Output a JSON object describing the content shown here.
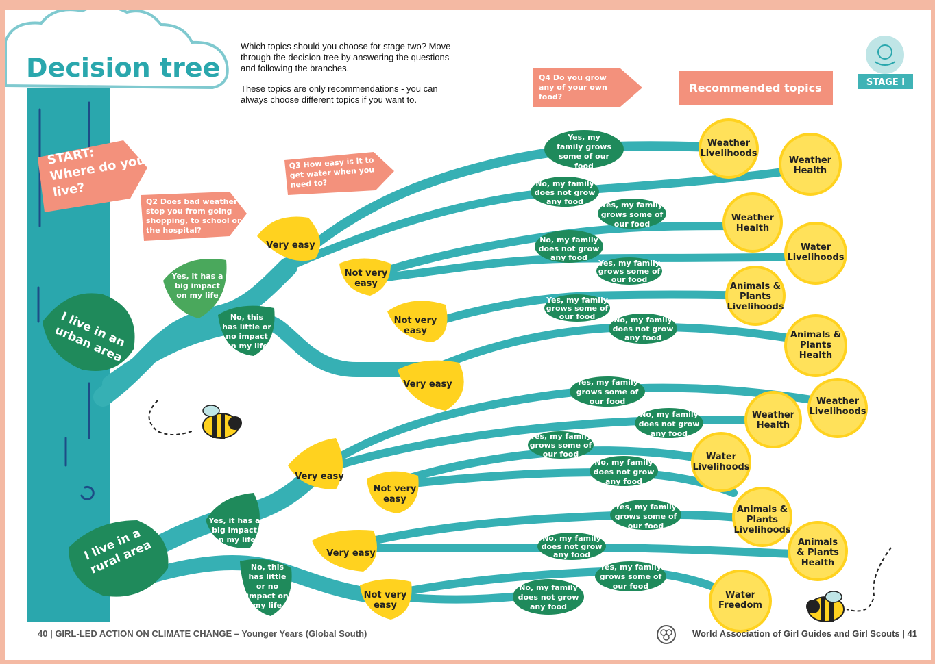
{
  "title": "Decision tree",
  "intro": {
    "p1": "Which topics should you choose for stage two? Move through the decision tree by answering the questions and following the branches.",
    "p2": "These topics are only recommendations - you can always choose different topics if you want to."
  },
  "questions": {
    "start": [
      "START:",
      "Where do you",
      "live?"
    ],
    "q2": [
      "Q2 Does bad weather",
      "stop you from going",
      "shopping, to school or",
      "the hospital?"
    ],
    "q3": [
      "Q3 How easy is it to",
      "get water when you",
      "need to?"
    ],
    "q4": [
      "Q4 Do you grow",
      "any of your own",
      "food?"
    ]
  },
  "recommended_label": "Recommended topics",
  "stage_label": "STAGE I",
  "colors": {
    "trunk": "#2aa7ad",
    "branch": "#36b0b4",
    "leaf_dark": "#1f8a5b",
    "leaf_yellow": "#ffd21f",
    "sign": "#f3917c",
    "topic_circle": "#ffe15a",
    "background_border": "#f4b9a3"
  },
  "areas": {
    "urban": [
      "I live in an",
      "urban area"
    ],
    "rural": [
      "I live in a",
      "rural area"
    ]
  },
  "q2_answers": {
    "urban_yes": [
      "Yes, it has a",
      "big impact",
      "on my life"
    ],
    "urban_no": [
      "No, this",
      "has little or",
      "no impact",
      "on my life"
    ],
    "rural_yes": [
      "Yes, it has a",
      "big impact",
      "on my life"
    ],
    "rural_no": [
      "No, this",
      "has little",
      "or no",
      "impact on",
      "my life"
    ]
  },
  "q3_answers": {
    "a": [
      "Very easy"
    ],
    "b": [
      "Not very",
      "easy"
    ],
    "c": [
      "Not very",
      "easy"
    ],
    "d": [
      "Very easy"
    ],
    "e": [
      "Very easy"
    ],
    "f": [
      "Not very",
      "easy"
    ],
    "g": [
      "Very easy"
    ],
    "h": [
      "Not very",
      "easy"
    ]
  },
  "q4_answers": {
    "a1": [
      "Yes, my",
      "family grows",
      "some of our",
      "food"
    ],
    "a2": [
      "No, my family",
      "does not grow",
      "any food"
    ],
    "b1": [
      "Yes, my family",
      "grows some of",
      "our food"
    ],
    "b2": [
      "No, my family",
      "does not grow",
      "any food"
    ],
    "c1": [
      "Yes, my family",
      "grows some of",
      "our food"
    ],
    "c2": [
      "Yes, my family",
      "grows some of",
      "our food"
    ],
    "d1": [
      "No, my family",
      "does not grow",
      "any food"
    ],
    "e1": [
      "Yes, my family",
      "grows some of",
      "our food"
    ],
    "e2": [
      "No, my family",
      "does not grow",
      "any food"
    ],
    "f1": [
      "Yes, my family",
      "grows some of",
      "our food"
    ],
    "f2": [
      "No, my family",
      "does not grow",
      "any food"
    ],
    "g1": [
      "Yes, my family",
      "grows some of",
      "our food"
    ],
    "g2": [
      "No, my family",
      "does not grow",
      "any food"
    ],
    "h1": [
      "Yes, my family",
      "grows some of",
      "our food"
    ],
    "h2": [
      "No, my family",
      "does not grow",
      "any food"
    ]
  },
  "topics": {
    "t1": [
      "Weather",
      "Livelihoods"
    ],
    "t2": [
      "Weather",
      "Health"
    ],
    "t3": [
      "Weather",
      "Health"
    ],
    "t4": [
      "Water",
      "Livelihoods"
    ],
    "t5": [
      "Animals &",
      "Plants",
      "Livelihoods"
    ],
    "t6": [
      "Animals &",
      "Plants",
      "Health"
    ],
    "t7": [
      "Weather",
      "Livelihoods"
    ],
    "t8": [
      "Weather",
      "Health"
    ],
    "t9": [
      "Water",
      "Livelihoods"
    ],
    "t10": [
      "Animals &",
      "Plants",
      "Livelihoods"
    ],
    "t11": [
      "Animals",
      "& Plants",
      "Health"
    ],
    "t12": [
      "Water",
      "Freedom"
    ]
  },
  "footer": {
    "left": "40 | GIRL-LED ACTION ON CLIMATE CHANGE – Younger Years (Global South)",
    "right": "World Association of Girl Guides and Girl Scouts | 41"
  },
  "icons": [
    "globe-hands-icon",
    "bee-icon",
    "trefoil-logo-icon",
    "cloud-header-icon"
  ]
}
